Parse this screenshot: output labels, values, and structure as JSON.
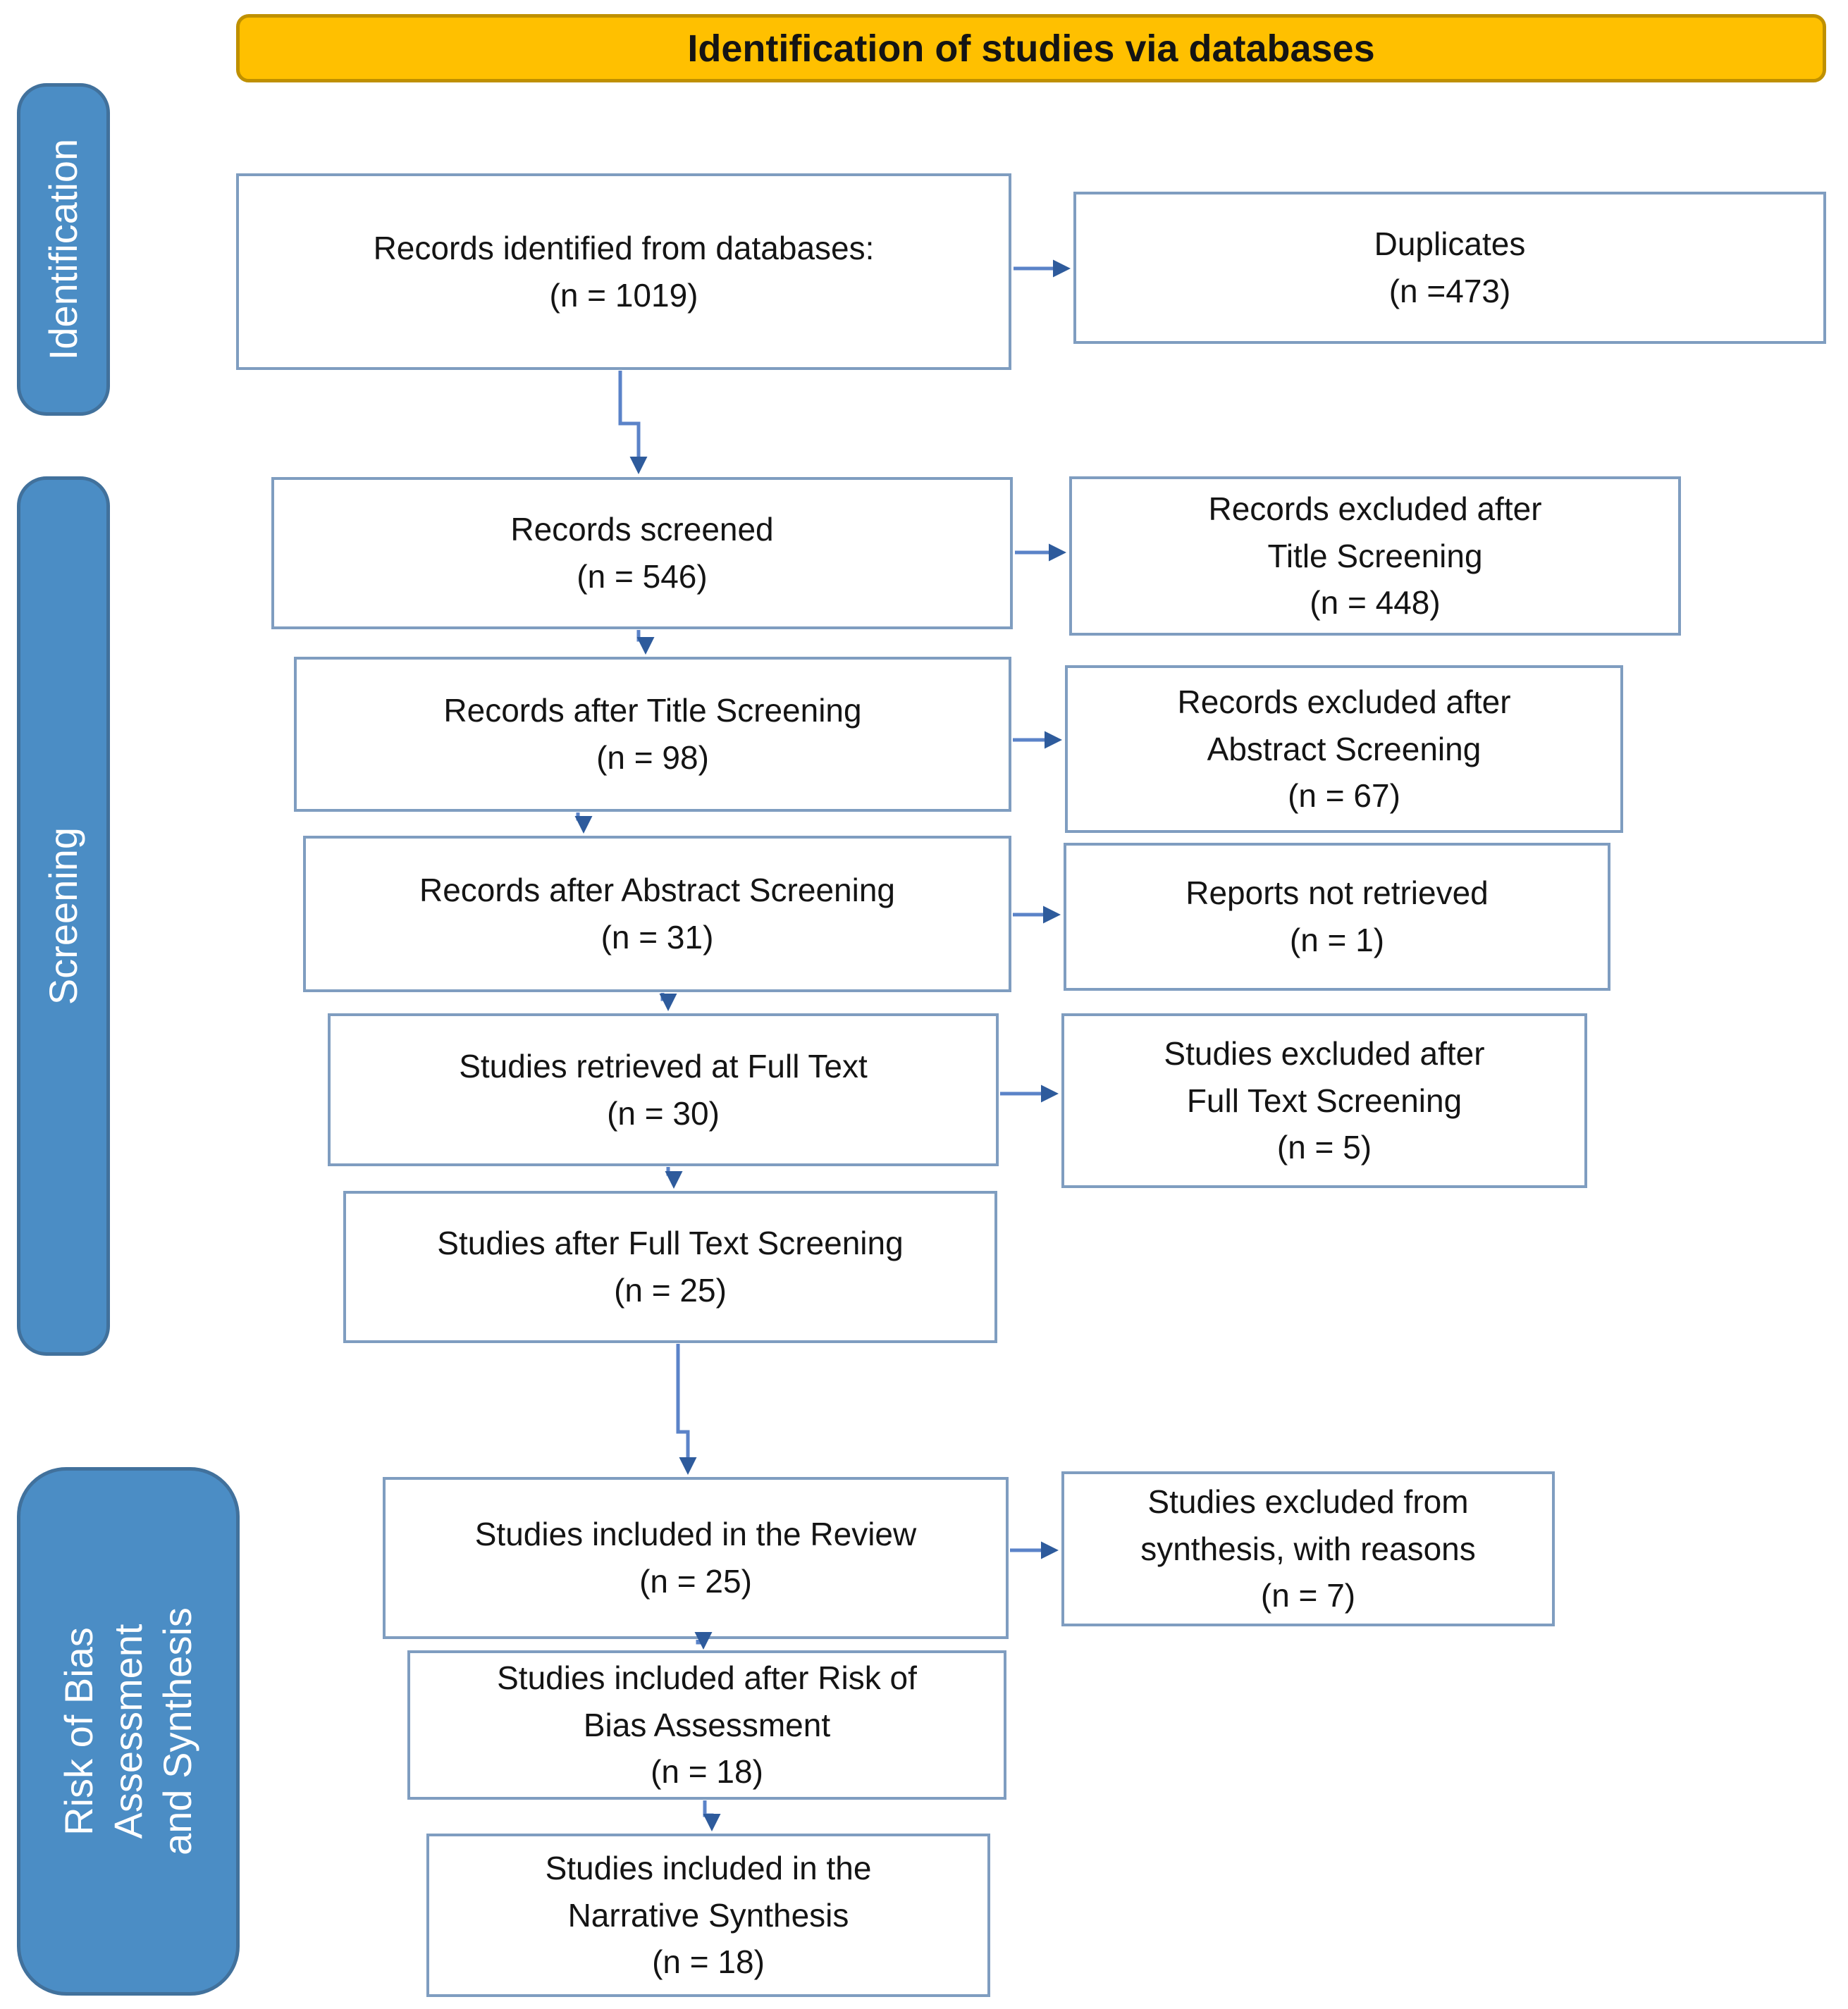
{
  "title": "Identification of studies via databases",
  "colors": {
    "header_bg": "#FFC000",
    "header_border": "#BF9000",
    "stage_bg": "#4B8DC5",
    "stage_border": "#41719C",
    "box_border": "#7F9DC0",
    "arrow": "#5B83C8",
    "arrowhead": "#2E5B9C"
  },
  "stages": [
    {
      "lines": [
        "Identification"
      ]
    },
    {
      "lines": [
        "Screening"
      ]
    },
    {
      "lines": [
        "Risk of Bias",
        "Assessment",
        "and Synthesis"
      ]
    }
  ],
  "main_boxes": [
    {
      "lines": [
        "Records identified from databases:",
        "(n = 1019)"
      ]
    },
    {
      "lines": [
        "Records screened",
        "(n = 546)"
      ]
    },
    {
      "lines": [
        "Records after Title Screening",
        "(n = 98)"
      ]
    },
    {
      "lines": [
        "Records after Abstract Screening",
        "(n = 31)"
      ]
    },
    {
      "lines": [
        "Studies retrieved at Full Text",
        "(n = 30)"
      ]
    },
    {
      "lines": [
        "Studies after Full Text Screening",
        "(n = 25)"
      ]
    },
    {
      "lines": [
        "Studies included in the Review",
        "(n = 25)"
      ]
    },
    {
      "lines": [
        "Studies included after Risk of",
        "Bias Assessment",
        "(n = 18)"
      ]
    },
    {
      "lines": [
        "Studies included in the",
        "Narrative Synthesis",
        "(n = 18)"
      ]
    }
  ],
  "side_boxes": [
    {
      "lines": [
        "Duplicates",
        "(n =473)"
      ]
    },
    {
      "lines": [
        "Records excluded after",
        "Title Screening",
        "(n = 448)"
      ]
    },
    {
      "lines": [
        "Records excluded after",
        "Abstract Screening",
        "(n = 67)"
      ]
    },
    {
      "lines": [
        "Reports not retrieved",
        "(n = 1)"
      ]
    },
    {
      "lines": [
        "Studies excluded after",
        "Full Text Screening",
        "(n = 5)"
      ]
    },
    {
      "lines": [
        "Studies excluded from",
        "synthesis, with reasons",
        "(n = 7)"
      ]
    }
  ]
}
